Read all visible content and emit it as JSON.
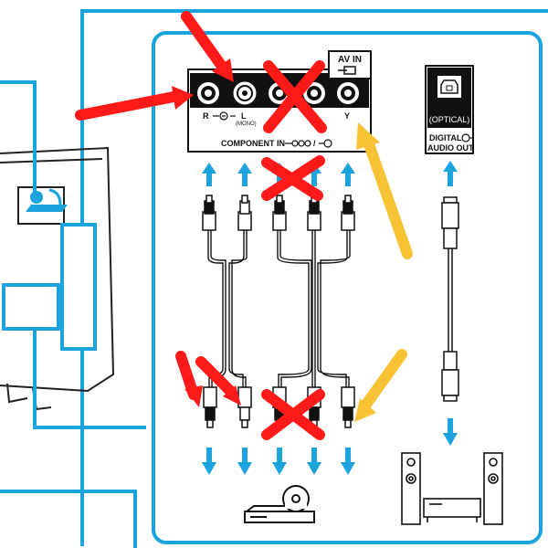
{
  "panel": {
    "component_in_label": "COMPONENT IN",
    "component_in_suffix": "/",
    "av_in_label": "AV IN",
    "r_label": "R",
    "l_label": "L",
    "mono_label": "(MONO)",
    "y_label": "Y"
  },
  "optical": {
    "label": "(OPTICAL)",
    "digital_label": "DIGITAL",
    "audio_out_label": "AUDIO OUT"
  },
  "colors": {
    "frame_blue": "#1aa3dc",
    "arrow_blue": "#1aa3dc",
    "red_mark": "#ff1a1a",
    "yellow_arrow": "#f7c335",
    "panel_fill": "#111111",
    "outline": "#222222"
  },
  "devices": {
    "bottom_left": "bluray-player-icon",
    "bottom_right": "home-theater-speakers-icon"
  }
}
